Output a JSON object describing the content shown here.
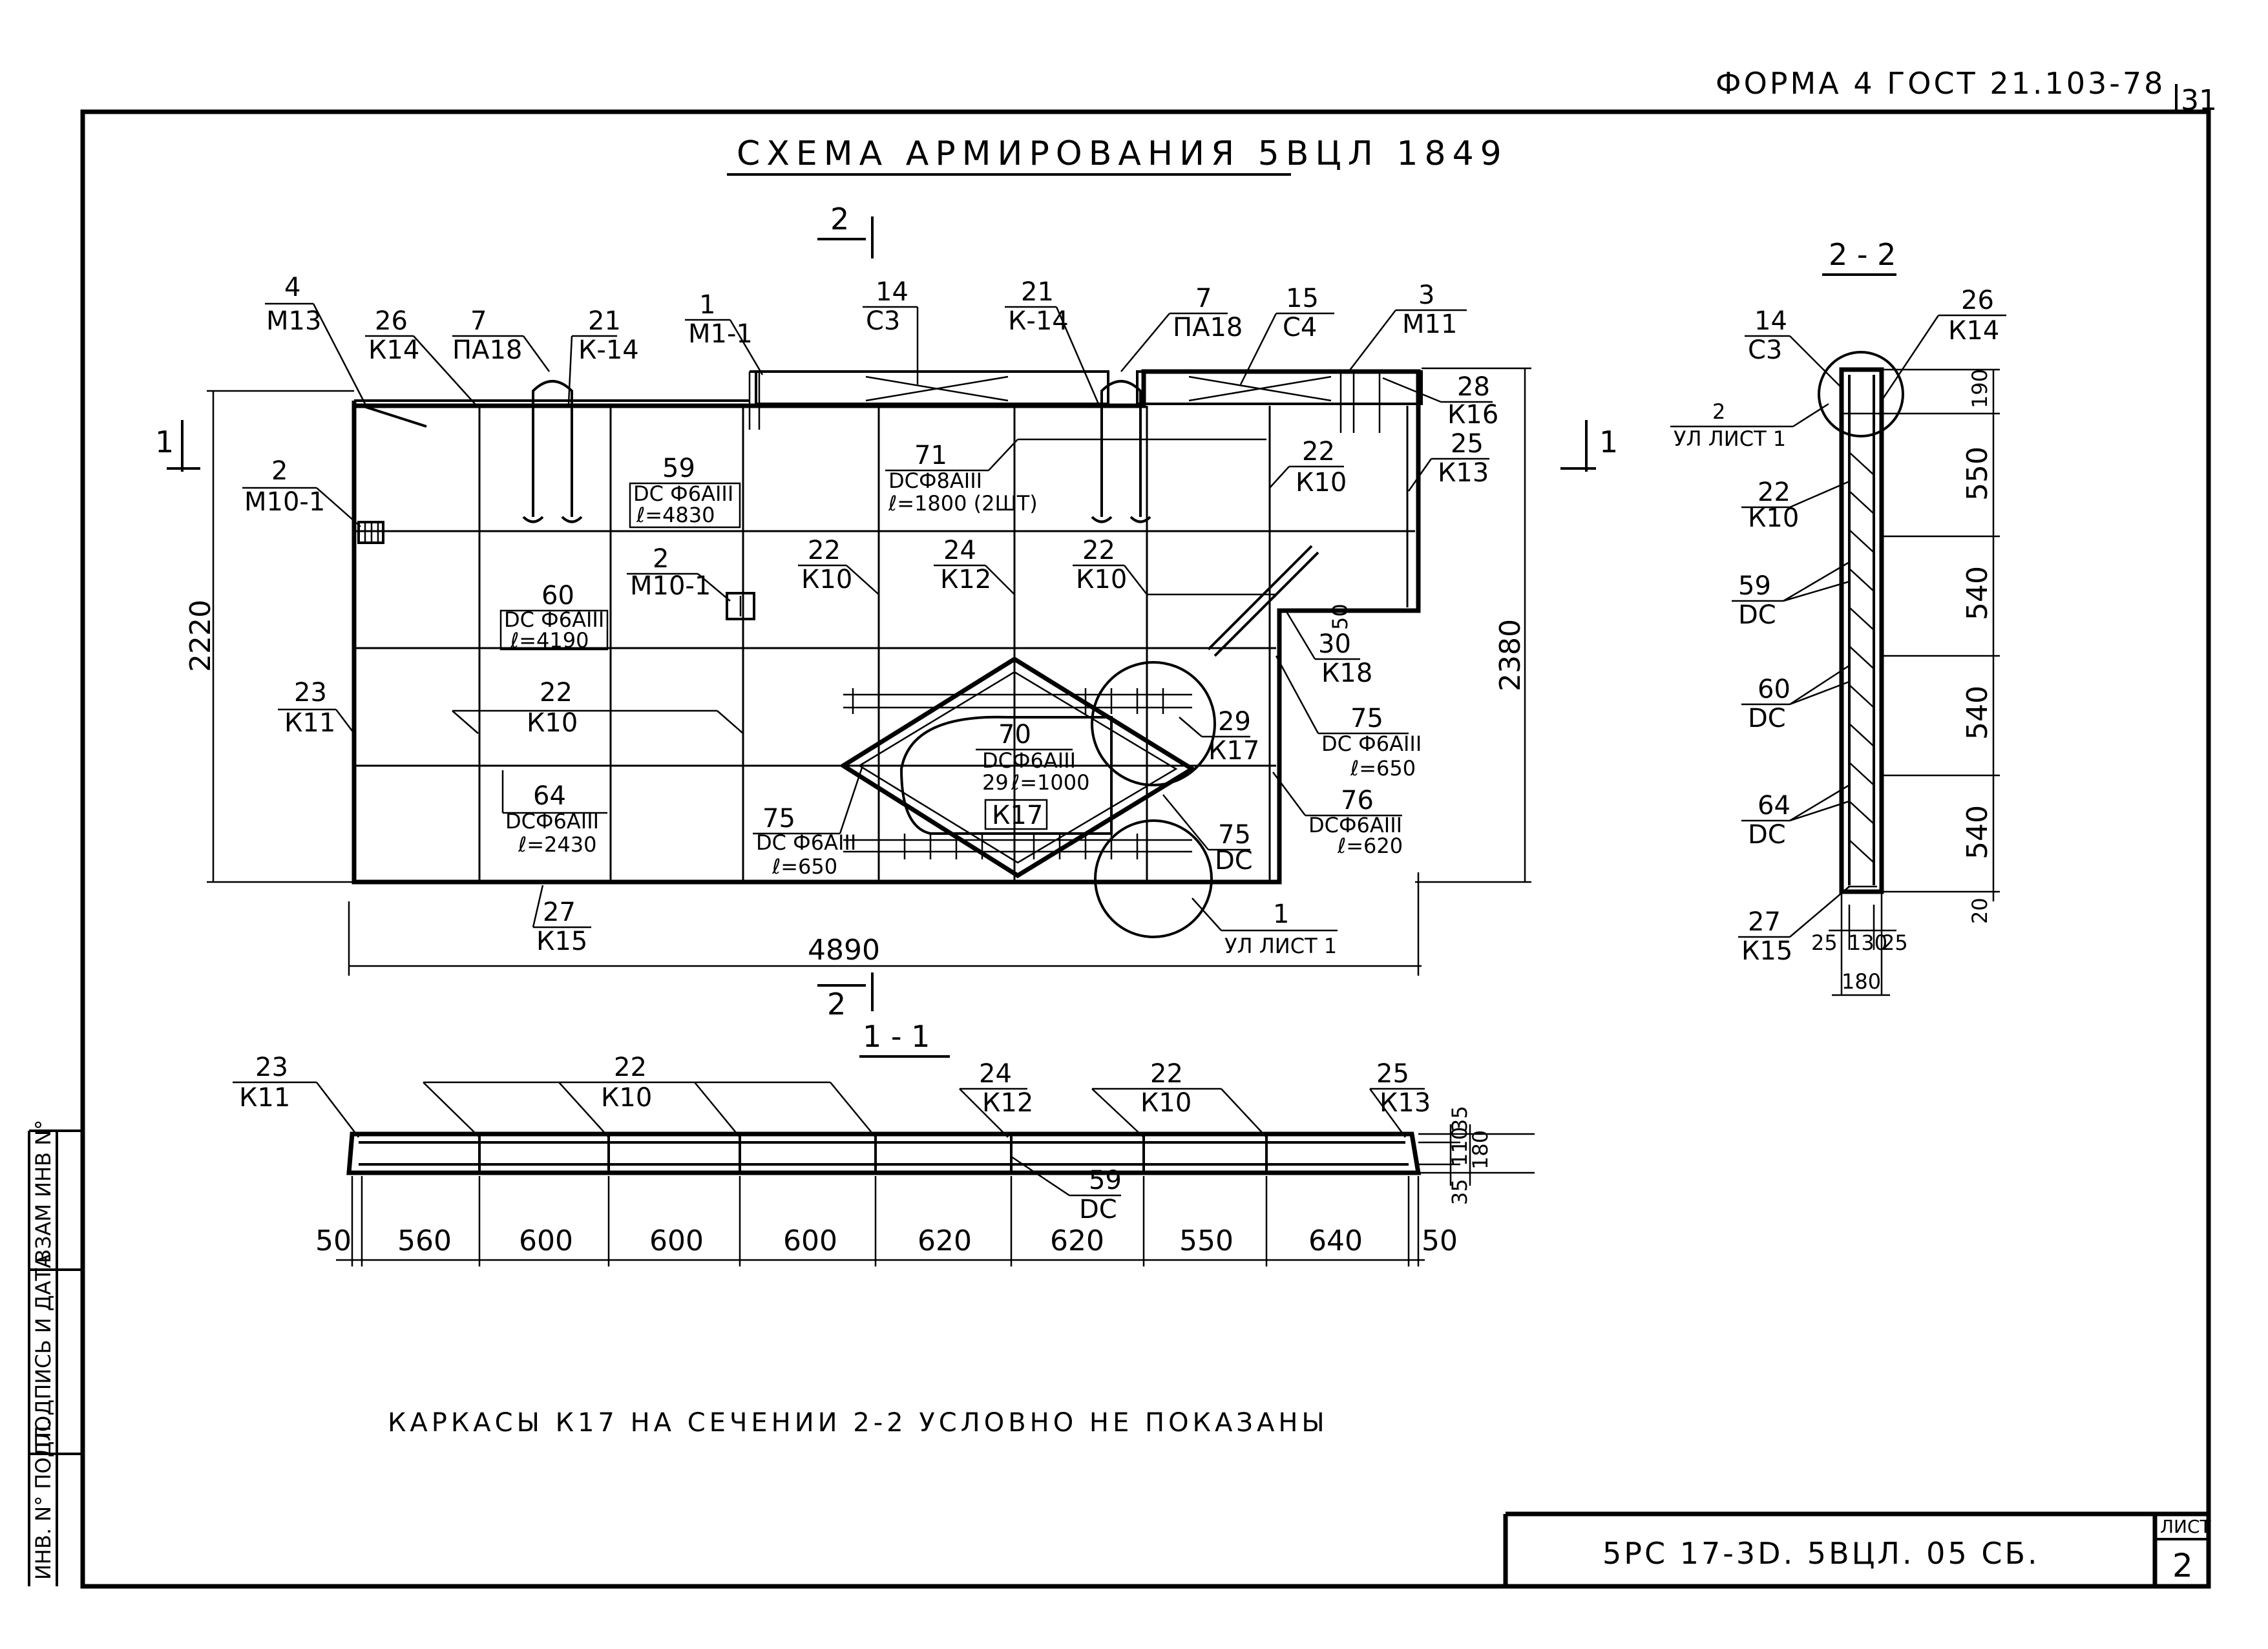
{
  "header": {
    "form_label": "ФОРМА 4 ГОСТ 21.103-78",
    "page_corner": "31"
  },
  "title": "СХЕМА АРМИРОВАНИЯ 5ВЦЛ 1849",
  "note": "КАРКАСЫ К17 НА СЕЧЕНИИ 2-2 УСЛОВНО НЕ ПОКАЗАНЫ",
  "stamp": {
    "code": "5РС 17-3D. 5ВЦЛ. 05 СБ.",
    "sheet_label": "ЛИСТ",
    "sheet_no": "2"
  },
  "side_columns": [
    "ИНВ. N° ПОДЛ.",
    "ПОДПИСЬ И ДАТА",
    "ВЗАМ ИНВ N°"
  ],
  "section_marks": {
    "s1": "1",
    "s2": "2",
    "view_1_1": "1 - 1",
    "view_2_2": "2 - 2"
  },
  "elevation": {
    "dim_length": "4890",
    "dim_height_left": "2220",
    "dim_height_right": "2380",
    "dim_50": "50",
    "callouts": [
      {
        "num": "4",
        "code": "М13"
      },
      {
        "num": "26",
        "code": "К14"
      },
      {
        "num": "7",
        "code": "ПА18"
      },
      {
        "num": "21",
        "code": "К-14"
      },
      {
        "num": "1",
        "code": "М1-1"
      },
      {
        "num": "14",
        "code": "С3"
      },
      {
        "num": "21",
        "code": "К-14"
      },
      {
        "num": "7",
        "code": "ПА18"
      },
      {
        "num": "15",
        "code": "С4"
      },
      {
        "num": "3",
        "code": "М11"
      },
      {
        "num": "28",
        "code": "К16"
      },
      {
        "num": "25",
        "code": "К13"
      },
      {
        "num": "22",
        "code": "К10"
      },
      {
        "num": "2",
        "code": "М10-1"
      },
      {
        "num": "59",
        "code": "DС Ф6АIII",
        "len": "ℓ=4830"
      },
      {
        "num": "71",
        "code": "DСФ8АIII",
        "len": "ℓ=1800 (2ШТ)"
      },
      {
        "num": "2",
        "code": "М10-1"
      },
      {
        "num": "22",
        "code": "К10"
      },
      {
        "num": "24",
        "code": "К12"
      },
      {
        "num": "22",
        "code": "К10"
      },
      {
        "num": "60",
        "code": "DС Ф6АIII",
        "len": "ℓ=4190"
      },
      {
        "num": "30",
        "code": "К18"
      },
      {
        "num": "23",
        "code": "К11"
      },
      {
        "num": "22",
        "code": "К10"
      },
      {
        "num": "70",
        "code": "DСФ6АIII",
        "len": "ℓ=1000"
      },
      {
        "num": "29",
        "code": "К17"
      },
      {
        "num": "29",
        "code": "К17"
      },
      {
        "num": "75",
        "code": "DС Ф6АIII",
        "len": "ℓ=650"
      },
      {
        "num": "64",
        "code": "DСФ6АIII",
        "len": "ℓ=2430"
      },
      {
        "num": "76",
        "code": "DСФ6АIII",
        "len": "ℓ=620"
      },
      {
        "num": "75",
        "code": "DС Ф6АIII",
        "len": "ℓ=650"
      },
      {
        "num": "75",
        "code": "DС"
      },
      {
        "num": "27",
        "code": "К15"
      },
      {
        "num": "1",
        "code": "УЛ ЛИСТ 1"
      }
    ]
  },
  "section_1_1": {
    "labels": [
      {
        "num": "23",
        "code": "К11"
      },
      {
        "num": "22",
        "code": "К10"
      },
      {
        "num": "24",
        "code": "К12"
      },
      {
        "num": "22",
        "code": "К10"
      },
      {
        "num": "25",
        "code": "К13"
      },
      {
        "num": "59",
        "code": "DС"
      }
    ],
    "dims": [
      "50",
      "560",
      "600",
      "600",
      "600",
      "620",
      "620",
      "550",
      "640",
      "50"
    ],
    "side_dims": [
      "35",
      "110",
      "35",
      "180"
    ]
  },
  "section_2_2": {
    "labels": [
      {
        "num": "14",
        "code": "С3"
      },
      {
        "num": "26",
        "code": "К14"
      },
      {
        "num": "2",
        "code": "УЛ ЛИСТ 1"
      },
      {
        "num": "22",
        "code": "К10"
      },
      {
        "num": "59",
        "code": "DС"
      },
      {
        "num": "60",
        "code": "DС"
      },
      {
        "num": "64",
        "code": "DС"
      },
      {
        "num": "27",
        "code": "К15"
      }
    ],
    "dims_vertical": [
      "190",
      "550",
      "540",
      "540",
      "540",
      "20"
    ],
    "dims_bottom": [
      "25",
      "130",
      "25"
    ],
    "dim_total": "180"
  }
}
